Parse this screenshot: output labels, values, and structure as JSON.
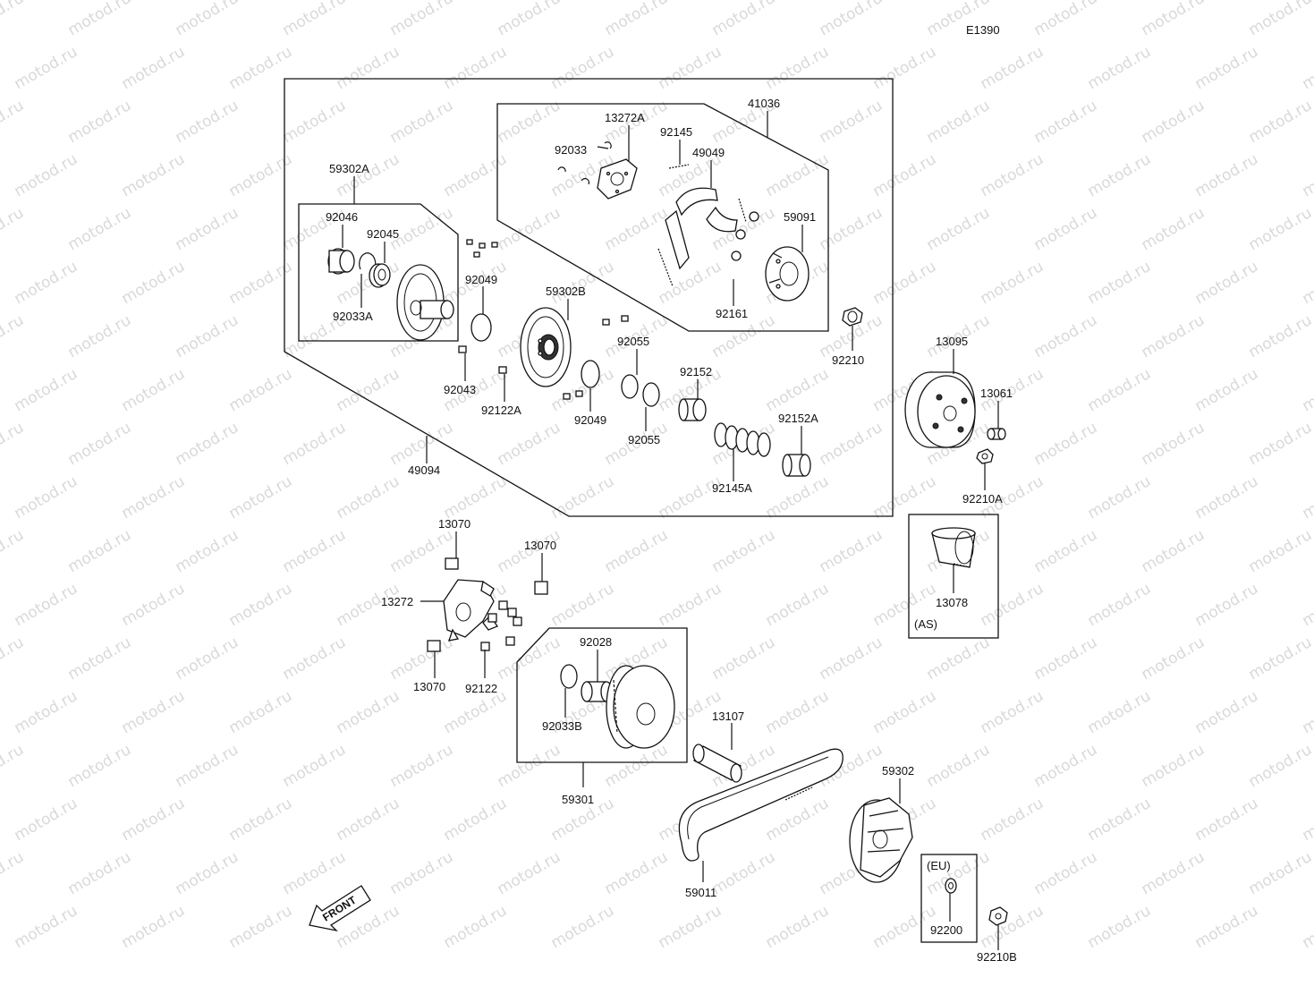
{
  "diagram_code": "E1390",
  "watermark": "motod.ru",
  "front_label": "FRONT",
  "labels": {
    "p59302A": "59302A",
    "p92046": "92046",
    "p92045": "92045",
    "p92033A": "92033A",
    "p92049a": "92049",
    "p59302B": "59302B",
    "p92043": "92043",
    "p92122A": "92122A",
    "p92049b": "92049",
    "p92055a": "92055",
    "p92055b": "92055",
    "p92152": "92152",
    "p92152A": "92152A",
    "p92145A": "92145A",
    "p49094": "49094",
    "p13272A": "13272A",
    "p41036": "41036",
    "p92033": "92033",
    "p92145": "92145",
    "p49049": "49049",
    "p59091": "59091",
    "p92161": "92161",
    "p92210": "92210",
    "p13095": "13095",
    "p13061": "13061",
    "p92210A": "92210A",
    "p13078": "13078",
    "pAS": "(AS)",
    "p13070a": "13070",
    "p13070b": "13070",
    "p13070c": "13070",
    "p13272": "13272",
    "p92122": "92122",
    "p92028": "92028",
    "p92033B": "92033B",
    "p59301": "59301",
    "p13107": "13107",
    "p59011": "59011",
    "p59302": "59302",
    "pEU": "(EU)",
    "p92200": "92200",
    "p92210B": "92210B"
  }
}
